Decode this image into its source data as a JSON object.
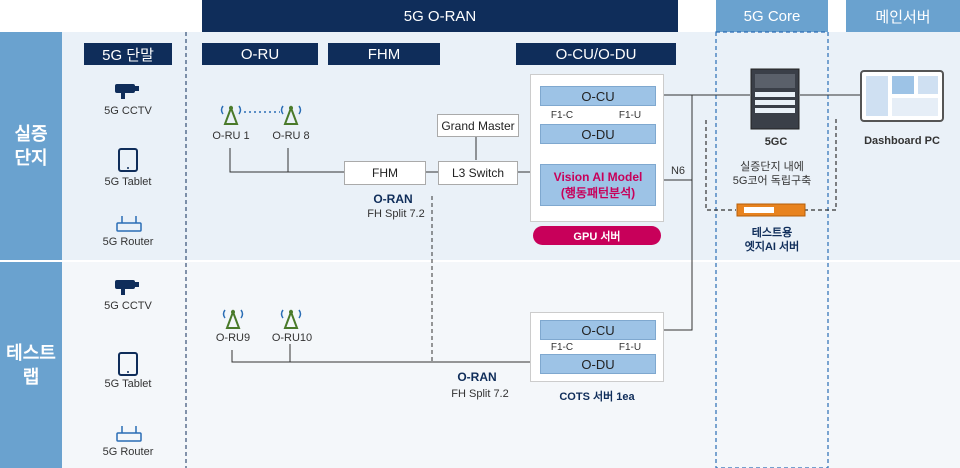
{
  "headers": {
    "oran": "5G O-RAN",
    "core": "5G Core",
    "main_server": "메인서버"
  },
  "columns": {
    "terminal": "5G 단말",
    "oru": "O-RU",
    "fhm": "FHM",
    "ocu_odu": "O-CU/O-DU"
  },
  "rows": {
    "site": "실증\n단지",
    "testbed": "테스트\n랩"
  },
  "devices": {
    "cctv": "5G CCTV",
    "tablet": "5G Tablet",
    "router": "5G Router"
  },
  "site": {
    "ru1": "O-RU 1",
    "ru8": "O-RU 8",
    "fhm": "FHM",
    "oran_logo": "O-RAN",
    "fh_split": "FH Split 7.2",
    "grand_master": "Grand Master",
    "l3_switch": "L3 Switch",
    "ocu": "O-CU",
    "f1c": "F1-C",
    "f1u": "F1-U",
    "odu": "O-DU",
    "vision_ai_line1": "Vision AI Model",
    "vision_ai_line2": "(행동패턴분석)",
    "gpu_server": "GPU 서버",
    "n6": "N6"
  },
  "core": {
    "fivegc": "5GC",
    "desc_line1": "실증단지 내에",
    "desc_line2": "5G코어 독립구축",
    "edge_line1": "테스트용",
    "edge_line2": "엣지AI 서버"
  },
  "main": {
    "dashboard": "Dashboard PC"
  },
  "testbed": {
    "ru9": "O-RU9",
    "ru10": "O-RU10",
    "oran_logo": "O-RAN",
    "fh_split": "FH Split 7.2",
    "ocu": "O-CU",
    "f1c": "F1-C",
    "f1u": "F1-U",
    "odu": "O-DU",
    "cots": "COTS 서버 1ea"
  },
  "colors": {
    "navy": "#0f2d5a",
    "light_blue": "#6aa2cf",
    "box_blue": "#9dc3e6",
    "magenta": "#c8005a",
    "pale_bg": "#eaf1f8"
  }
}
